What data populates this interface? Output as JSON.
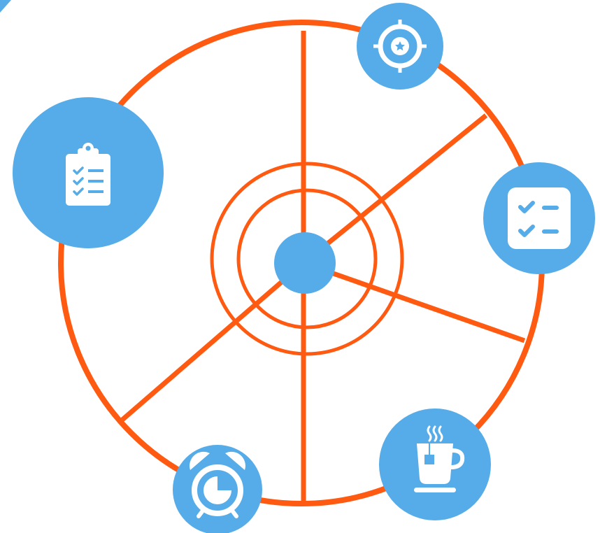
{
  "colors": {
    "accent": "#FF5A11",
    "node": "#55ACE8",
    "icon": "#FFFFFF",
    "background": "#FFFFFF"
  },
  "diagram": {
    "type": "radial-wheel",
    "center_icon": "hub-dot",
    "nodes": [
      {
        "id": "target",
        "icon": "target-icon"
      },
      {
        "id": "checklist",
        "icon": "checklist-icon"
      },
      {
        "id": "tea",
        "icon": "tea-cup-icon"
      },
      {
        "id": "alarm",
        "icon": "alarm-clock-icon"
      },
      {
        "id": "clipboard",
        "icon": "clipboard-icon"
      }
    ]
  }
}
